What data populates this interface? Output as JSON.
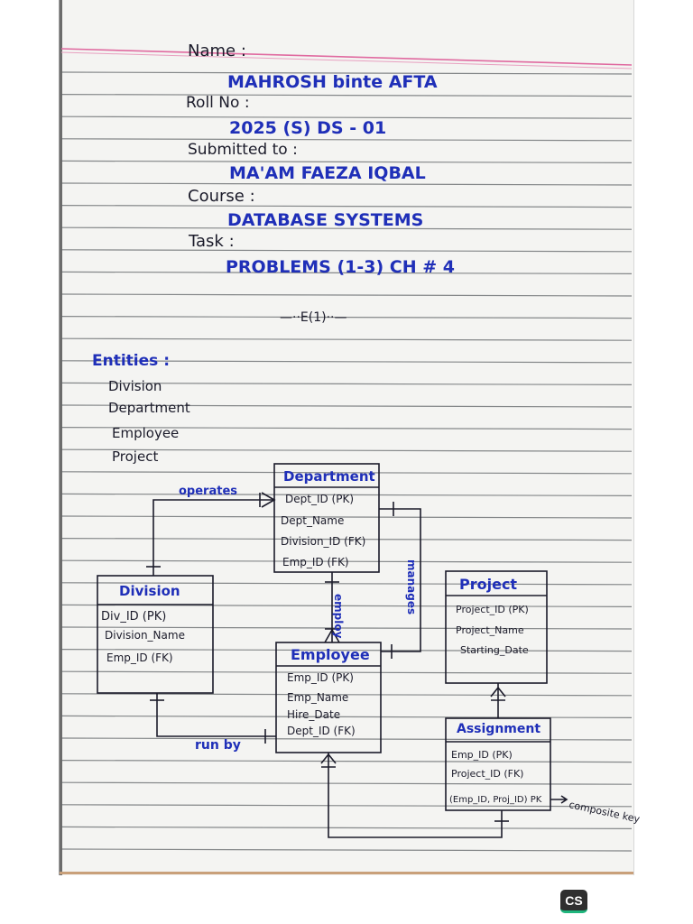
{
  "header": {
    "name_label": "Name :",
    "name_value": "MAHROSH binte AFTA",
    "roll_label": "Roll No :",
    "roll_value": "2025 (S) DS - 01",
    "submitted_label": "Submitted to :",
    "submitted_value": "MA'AM  FAEZA  IQBAL",
    "course_label": "Course :",
    "course_value": "DATABASE  SYSTEMS",
    "task_label": "Task :",
    "task_value": "PROBLEMS  (1-3)  CH # 4"
  },
  "section_title": "—⋅⋅E(1)⋅⋅—",
  "entities": {
    "heading": "Entities :",
    "items": [
      "Division",
      "Department",
      "Employee",
      "Project"
    ]
  },
  "erd": {
    "department": {
      "title": "Department",
      "attrs": [
        "Dept_ID (PK)",
        "Dept_Name",
        "Division_ID (FK)",
        "Emp_ID (FK)"
      ]
    },
    "division": {
      "title": "Division",
      "attrs": [
        "Div_ID (PK)",
        "Division_Name",
        "Emp_ID (FK)"
      ]
    },
    "employee": {
      "title": "Employee",
      "attrs": [
        "Emp_ID (PK)",
        "Emp_Name",
        "Hire_Date",
        "Dept_ID (FK)"
      ]
    },
    "project": {
      "title": "Project",
      "attrs": [
        "Project_ID (PK)",
        "Project_Name",
        "Starting_Date"
      ]
    },
    "assignment": {
      "title": "Assignment",
      "attrs": [
        "Emp_ID (PK)",
        "Project_ID (FK)",
        "(Emp_ID, Proj_ID) PK"
      ]
    },
    "relations": {
      "operates": "operates",
      "employ": "employ",
      "manages": "manages",
      "run_by": "run by",
      "composite_key": "composite key"
    }
  },
  "watermark": {
    "logo_text": "CS"
  }
}
